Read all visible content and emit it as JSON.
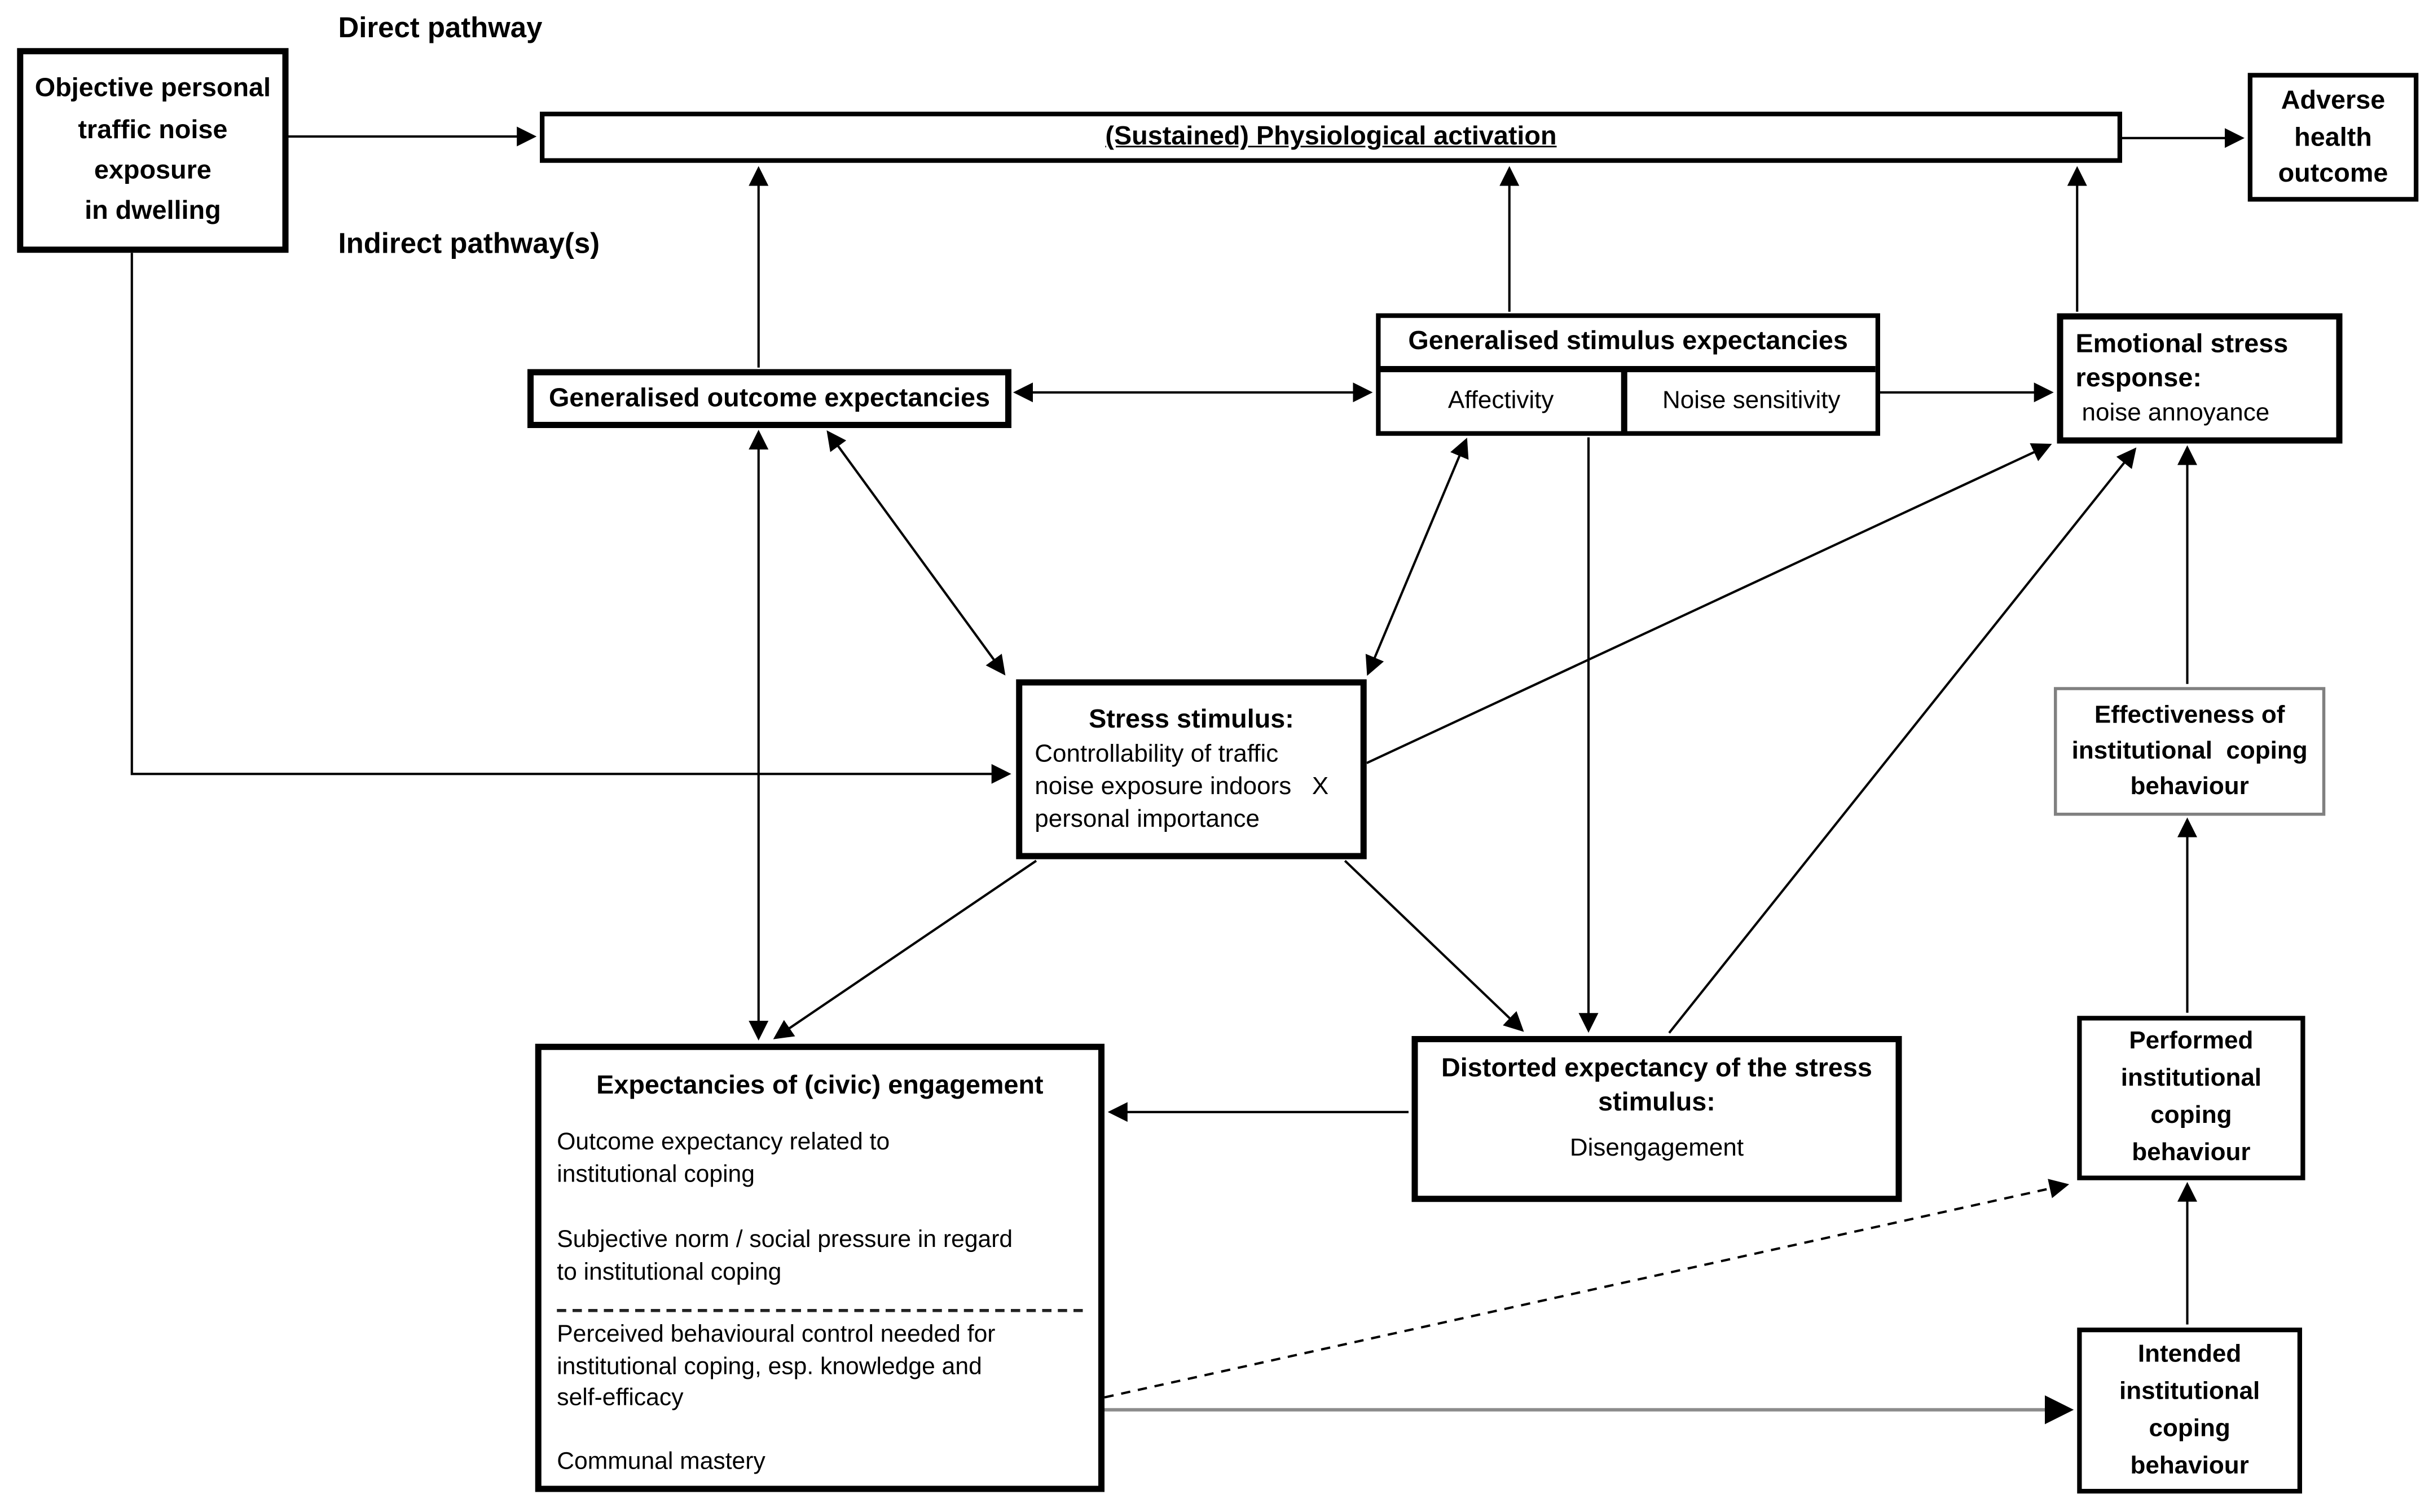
{
  "labels": {
    "direct_pathway": "Direct pathway",
    "indirect_pathway": "Indirect pathway(s)"
  },
  "boxes": {
    "objective": {
      "lines": [
        "Objective personal",
        "traffic noise",
        "exposure",
        "in dwelling"
      ]
    },
    "physiological": {
      "title": "(Sustained) Physiological activation"
    },
    "adverse": {
      "lines": [
        "Adverse",
        "health",
        "outcome"
      ]
    },
    "outcome_expectancies": {
      "title": "Generalised outcome expectancies"
    },
    "stimulus_expectancies": {
      "title": "Generalised stimulus expectancies",
      "affectivity": "Affectivity",
      "noise_sensitivity": "Noise sensitivity"
    },
    "emotional": {
      "title": "Emotional stress\nresponse:",
      "subtitle": "noise annoyance"
    },
    "stress": {
      "title": "Stress stimulus:",
      "lines": [
        "Controllability of traffic",
        "noise exposure indoors   X",
        "personal importance"
      ]
    },
    "effectiveness": {
      "lines": [
        "Effectiveness of",
        "institutional  coping",
        "behaviour"
      ]
    },
    "engagement": {
      "title": "Expectancies of (civic) engagement",
      "items": [
        "Outcome expectancy related to\ninstitutional coping",
        "Subjective norm / social pressure in regard\nto institutional coping",
        "Perceived behavioural control needed for\ninstitutional coping, esp. knowledge and\nself-efficacy",
        "Communal mastery"
      ]
    },
    "distorted": {
      "title": "Distorted expectancy of the stress\nstimulus:",
      "subtitle": "Disengagement"
    },
    "performed": {
      "lines": [
        "Performed",
        "institutional",
        "coping",
        "behaviour"
      ]
    },
    "intended": {
      "lines": [
        "Intended",
        "institutional",
        "coping",
        "behaviour"
      ]
    }
  },
  "colors": {
    "line": "#000000",
    "box_border": "#000000",
    "effectiveness_border": "#808080",
    "intended_link_line": "#8c8c8c",
    "background": "#ffffff"
  },
  "edges": [
    {
      "from": "objective-exposure",
      "to": "physiological-activation",
      "style": "solid",
      "heads": "end"
    },
    {
      "from": "physiological-activation",
      "to": "adverse-health-outcome",
      "style": "solid",
      "heads": "end"
    },
    {
      "from": "outcome-expectancies",
      "to": "physiological-activation",
      "style": "solid",
      "heads": "end"
    },
    {
      "from": "stimulus-expectancies",
      "to": "physiological-activation",
      "style": "solid",
      "heads": "end"
    },
    {
      "from": "emotional-stress-response",
      "to": "physiological-activation",
      "style": "solid",
      "heads": "end"
    },
    {
      "from": "outcome-expectancies",
      "to": "affectivity",
      "style": "solid",
      "heads": "both"
    },
    {
      "from": "noise-sensitivity",
      "to": "emotional-stress-response",
      "style": "solid",
      "heads": "end"
    },
    {
      "from": "outcome-expectancies",
      "to": "stress-stimulus",
      "style": "solid",
      "heads": "both"
    },
    {
      "from": "stress-stimulus",
      "to": "affectivity",
      "style": "solid",
      "heads": "both"
    },
    {
      "from": "outcome-expectancies",
      "to": "civic-engagement",
      "style": "solid",
      "heads": "both"
    },
    {
      "from": "affectivity",
      "to": "distorted-expectancy",
      "style": "solid",
      "heads": "end"
    },
    {
      "from": "objective-exposure",
      "to": "stress-stimulus",
      "style": "solid-elbow",
      "heads": "end"
    },
    {
      "from": "stress-stimulus",
      "to": "emotional-stress-response",
      "style": "solid",
      "heads": "end"
    },
    {
      "from": "stress-stimulus",
      "to": "distorted-expectancy",
      "style": "solid",
      "heads": "end"
    },
    {
      "from": "stress-stimulus",
      "to": "civic-engagement",
      "style": "solid",
      "heads": "end"
    },
    {
      "from": "distorted-expectancy",
      "to": "civic-engagement",
      "style": "solid",
      "heads": "end"
    },
    {
      "from": "distorted-expectancy",
      "to": "emotional-stress-response",
      "style": "solid",
      "heads": "end"
    },
    {
      "from": "effectiveness-coping",
      "to": "emotional-stress-response",
      "style": "solid",
      "heads": "end"
    },
    {
      "from": "performed-coping",
      "to": "effectiveness-coping",
      "style": "solid",
      "heads": "end"
    },
    {
      "from": "intended-coping",
      "to": "performed-coping",
      "style": "solid",
      "heads": "end"
    },
    {
      "from": "civic-engagement",
      "to": "intended-coping",
      "style": "solid-gray",
      "heads": "end"
    },
    {
      "from": "civic-engagement",
      "to": "performed-coping",
      "style": "dashed",
      "heads": "end"
    }
  ]
}
